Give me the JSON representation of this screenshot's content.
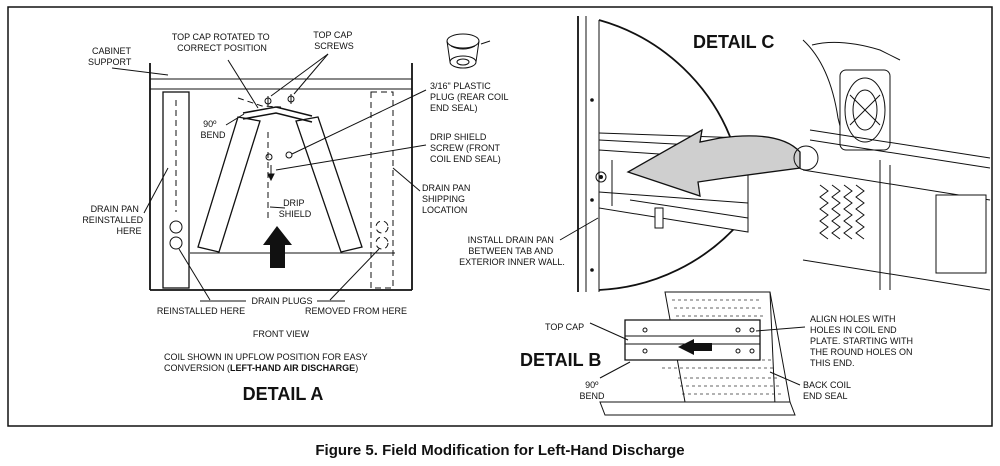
{
  "figure": {
    "caption": "Figure 5. Field Modification for Left-Hand Discharge"
  },
  "detail_a": {
    "title": "DETAIL A",
    "cabinet_support": [
      "CABINET",
      "SUPPORT"
    ],
    "top_cap_rotated": [
      "TOP CAP ROTATED TO",
      "CORRECT POSITION"
    ],
    "top_cap_screws": [
      "TOP CAP",
      "SCREWS"
    ],
    "bend_90": [
      "90º",
      "BEND"
    ],
    "plastic_plug": [
      "3/16\" PLASTIC",
      "PLUG  (REAR COIL",
      "END SEAL)"
    ],
    "drip_shield_screw": [
      "DRIP SHIELD",
      "SCREW (FRONT",
      "COIL END SEAL)"
    ],
    "drip_shield": [
      "DRIP",
      "SHIELD"
    ],
    "drain_pan_reinstalled": [
      "DRAIN PAN",
      "REINSTALLED",
      "HERE"
    ],
    "drain_pan_shipping": [
      "DRAIN PAN",
      "SHIPPING",
      "LOCATION"
    ],
    "drain_plugs": "DRAIN PLUGS",
    "reinstalled_here": "REINSTALLED HERE",
    "removed_from_here": "REMOVED FROM HERE",
    "front_view": "FRONT VIEW",
    "coil_note_line1": "COIL SHOWN IN UPFLOW POSITION FOR EASY",
    "coil_note_line2a": "CONVERSION (",
    "coil_note_line2b": "LEFT-HAND AIR DISCHARGE",
    "coil_note_line2c": ")"
  },
  "detail_b": {
    "title": "DETAIL B",
    "top_cap": "TOP CAP",
    "bend_90": [
      "90º",
      "BEND"
    ],
    "align_holes": [
      "ALIGN HOLES WITH",
      "HOLES IN COIL END",
      "PLATE. STARTING WITH",
      "THE ROUND HOLES ON",
      "THIS END."
    ],
    "back_coil": [
      "BACK COIL",
      "END SEAL"
    ]
  },
  "detail_c": {
    "title": "DETAIL C",
    "install_drain_pan": [
      "INSTALL DRAIN PAN",
      "BETWEEN TAB AND",
      "EXTERIOR INNER WALL."
    ]
  }
}
